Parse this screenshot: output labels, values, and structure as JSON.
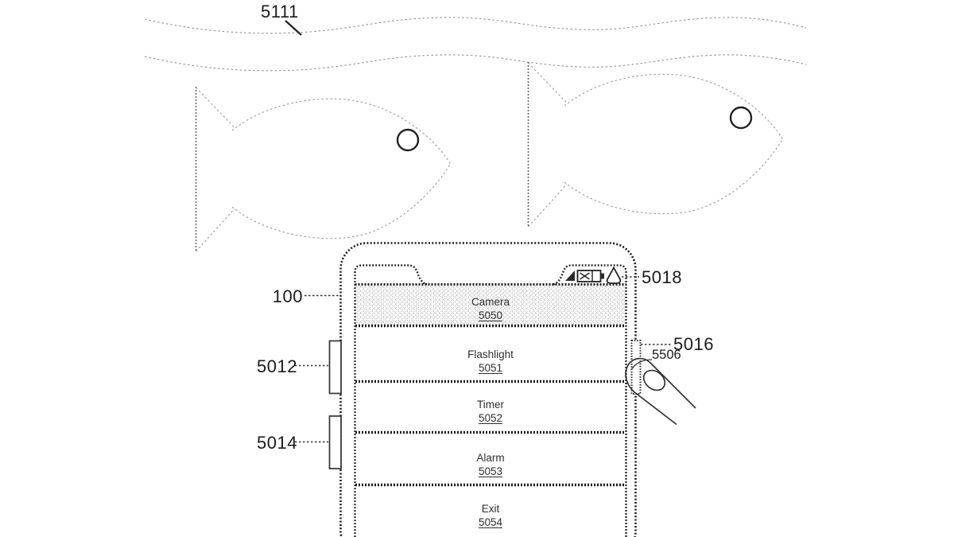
{
  "figure_labels": {
    "water_surface": "5111",
    "device": "100",
    "side_button_upper": "5012",
    "side_button_lower": "5014",
    "side_button_right": "5016",
    "finger_contact": "5506",
    "status_indicators": "5018"
  },
  "menu": {
    "items": [
      {
        "label": "Camera",
        "ref": "5050",
        "highlighted": true
      },
      {
        "label": "Flashlight",
        "ref": "5051",
        "highlighted": false
      },
      {
        "label": "Timer",
        "ref": "5052",
        "highlighted": false
      },
      {
        "label": "Alarm",
        "ref": "5053",
        "highlighted": false
      },
      {
        "label": "Exit",
        "ref": "5054",
        "highlighted": false
      }
    ]
  },
  "status_icons": [
    "signal-icon",
    "battery-icon",
    "water-drop-icon"
  ],
  "colors": {
    "ink": "#1c1c1c",
    "faint_line": "#909090",
    "hatch": "#a8a8a8",
    "background": "#ffffff"
  }
}
